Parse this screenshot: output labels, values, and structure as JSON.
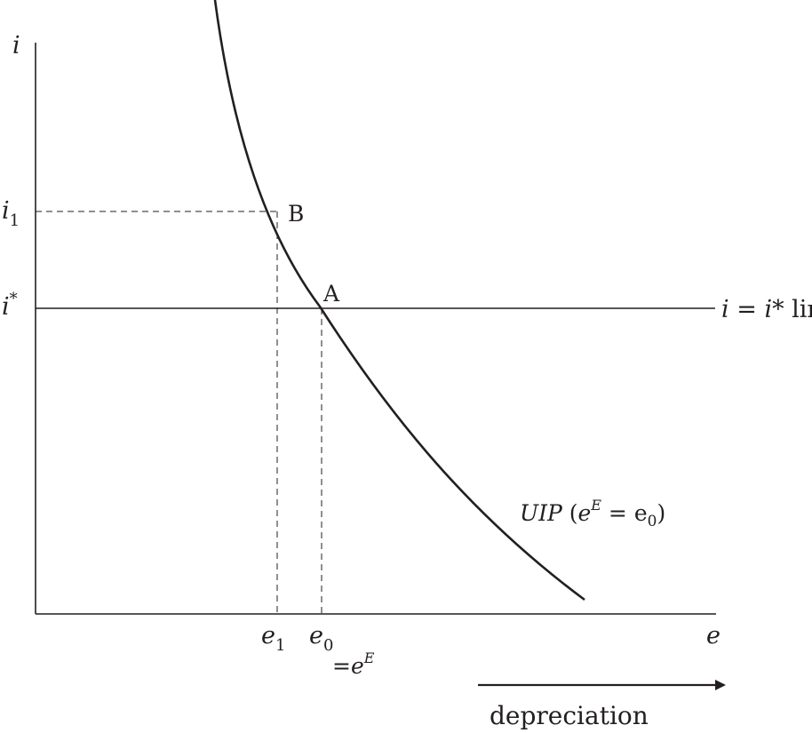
{
  "diagram": {
    "axes": {
      "y_label": "i",
      "x_label": "e"
    },
    "y_ticks": [
      {
        "base": "i",
        "sub": "1",
        "sup": ""
      },
      {
        "base": "i",
        "sub": "",
        "sup": "*"
      }
    ],
    "x_ticks": [
      {
        "base": "e",
        "sub": "1"
      },
      {
        "base": "e",
        "sub": "0"
      }
    ],
    "x_tick_note": {
      "eq": "=",
      "base": "e",
      "sup": "E"
    },
    "points": {
      "a": "A",
      "b": "B"
    },
    "horizontal_line_label": {
      "lhs": "i",
      "eq": " = ",
      "rhs": "i",
      "star": "*",
      "word": " line"
    },
    "curve_label": {
      "name": "UIP",
      "open": " (",
      "base": "e",
      "sup": "E",
      "eq": " = ",
      "val": "e",
      "sub": "0",
      "close": ")"
    },
    "arrow_label": "depreciation"
  }
}
